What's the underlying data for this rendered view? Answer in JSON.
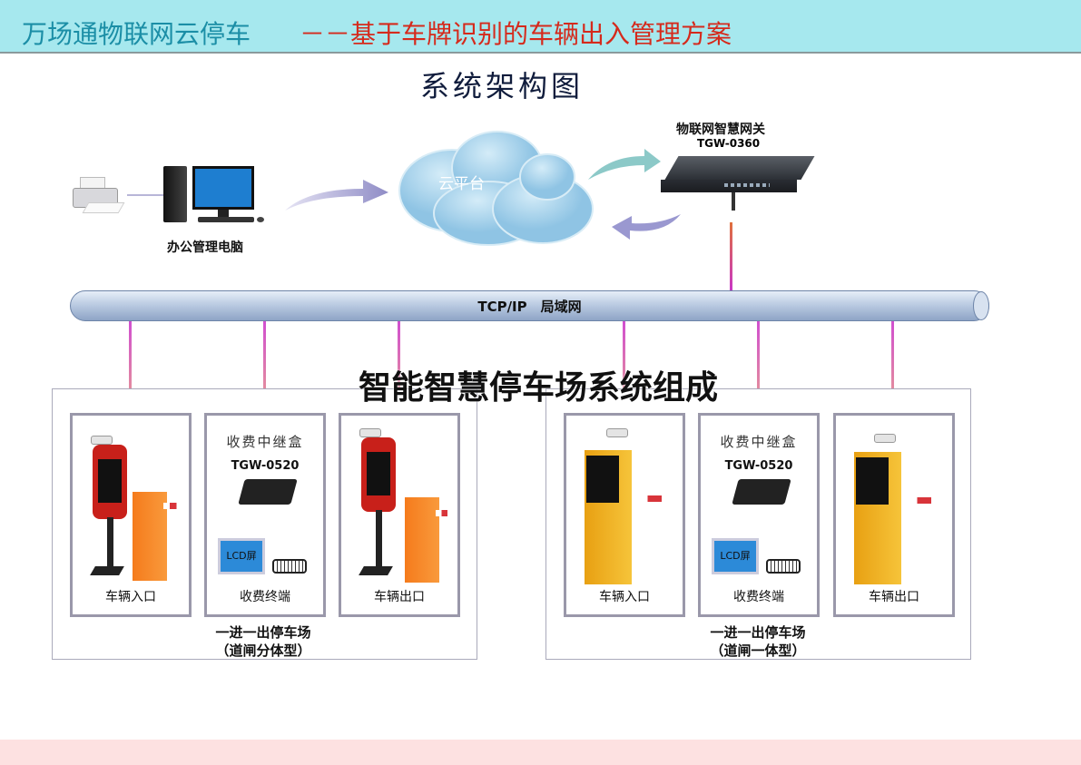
{
  "header": {
    "title_brand": "万场通物联网云停车",
    "title_subtitle": "－－基于车牌识别的车辆出入管理方案"
  },
  "diagram": {
    "heading": "系统架构图",
    "office_pc_label": "办公管理电脑",
    "cloud_label": "云平台",
    "gateway": {
      "name": "物联网智慧网关",
      "model": "TGW-0360"
    },
    "network_label": "TCP/IP　局域网",
    "composition_heading": "智能智慧停车场系统组成",
    "groups": [
      {
        "caption": "一进一出停车场",
        "subcaption": "（道闸分体型）",
        "entry_label": "车辆入口",
        "relay": {
          "title": "收费中继盒",
          "model": "TGW-0520",
          "terminal_label": "收费终端",
          "lcd_label": "LCD屏"
        },
        "exit_label": "车辆出口"
      },
      {
        "caption": "一进一出停车场",
        "subcaption": "（道闸一体型）",
        "entry_label": "车辆入口",
        "relay": {
          "title": "收费中继盒",
          "model": "TGW-0520",
          "terminal_label": "收费终端",
          "lcd_label": "LCD屏"
        },
        "exit_label": "车辆出口"
      }
    ]
  },
  "colors": {
    "header_bg": "#a6e8ee",
    "brand": "#1b8ea6",
    "subtitle": "#d52a1c",
    "footer_bg": "#fde1e1"
  }
}
